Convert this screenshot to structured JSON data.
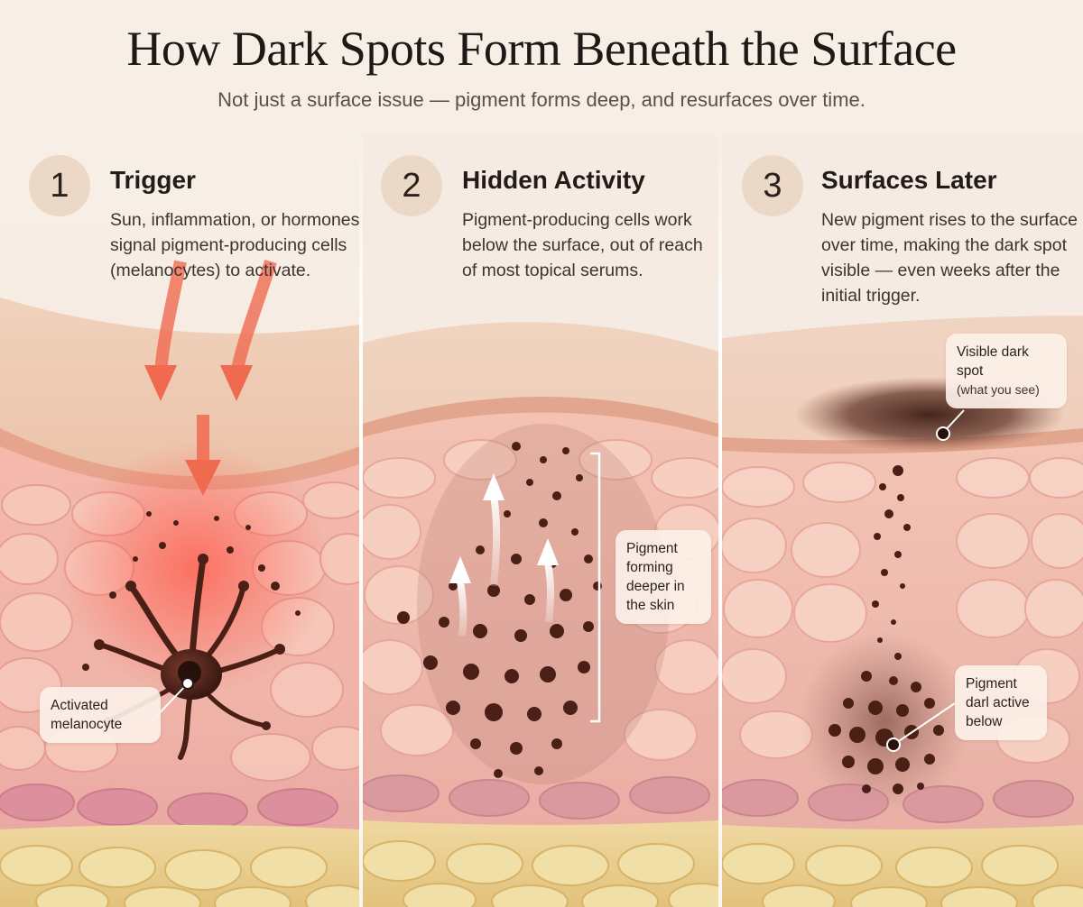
{
  "title": "How Dark Spots Form Beneath the Surface",
  "subtitle": "Not just a surface issue — pigment forms deep, and resurfaces over time.",
  "steps": [
    {
      "number": "1",
      "title": "Trigger",
      "description": "Sun, inflammation, or hormones signal pigment-producing cells (melanocytes) to activate.",
      "callout": "Activated melanocyte"
    },
    {
      "number": "2",
      "title": "Hidden Activity",
      "description": "Pigment-producing cells work below the surface, out of reach of most topical serums.",
      "callout": "Pigment forming deeper in the skin"
    },
    {
      "number": "3",
      "title": "Surfaces Later",
      "description": "New pigment rises to the surface over time, making the dark spot visible — even weeks after the initial trigger.",
      "callout_top": "Visible dark spot",
      "callout_top_sub": "(what you see)",
      "callout_bottom": "Pigment darl active below"
    }
  ],
  "colors": {
    "background": "#f7efe6",
    "skin_surface": "#eec3a6",
    "epidermis": "#f2b9ae",
    "fat_layer": "#e8cf8a",
    "pigment": "#5a2a1e",
    "arrow": "#f06a50"
  }
}
